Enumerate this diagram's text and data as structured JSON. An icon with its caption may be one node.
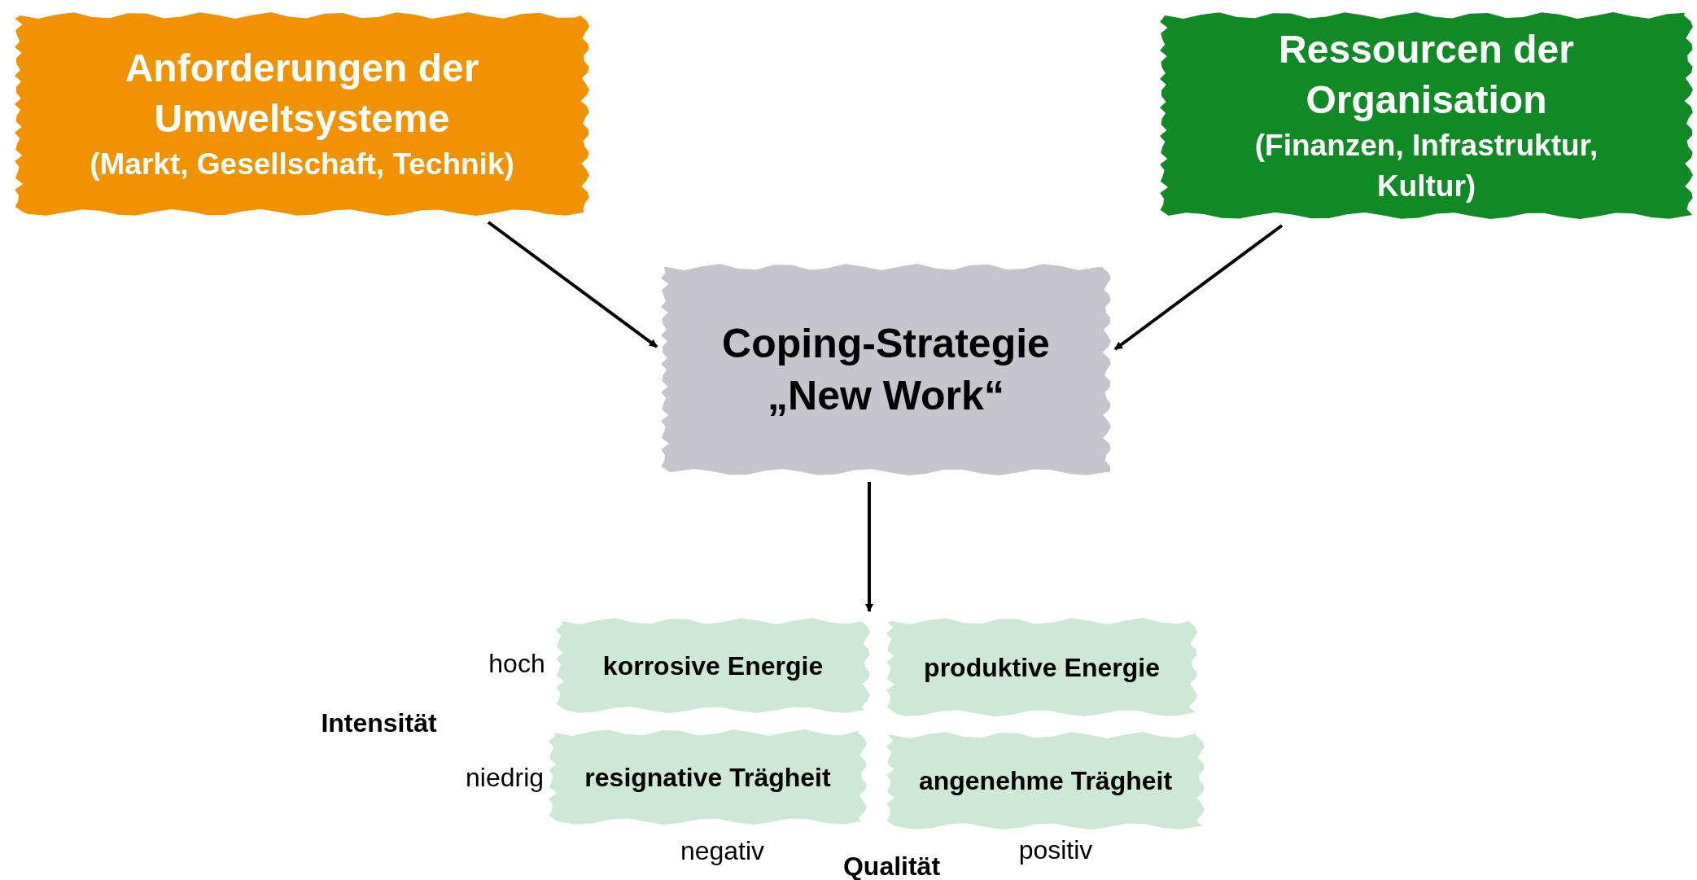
{
  "diagram": {
    "nodes": [
      {
        "text": [
          "Anforderungen der Umweltsysteme",
          "(Markt, Gesellschaft, Technik)"
        ]
      },
      {
        "text": [
          "Ressourcen der Organisation",
          "(Finanzen, Infrastruktur, Kultur)"
        ]
      },
      {
        "text": [
          "Coping-Strategie „New Work“"
        ]
      },
      {
        "text": [
          "korrosive Energie"
        ]
      },
      {
        "text": [
          "produktive Energie"
        ]
      },
      {
        "text": [
          "resignative Trägheit"
        ]
      },
      {
        "text": [
          "angenehme Trägheit"
        ]
      }
    ],
    "edges": [
      {
        "from": 0,
        "to": 2,
        "arrow": "to"
      },
      {
        "from": 1,
        "to": 2,
        "arrow": "to"
      },
      {
        "from": 2,
        "to": 3,
        "arrow": "to"
      }
    ],
    "labels": [
      "hoch",
      "Intensität",
      "niedrig",
      "negativ",
      "positiv",
      "Qualität"
    ]
  }
}
